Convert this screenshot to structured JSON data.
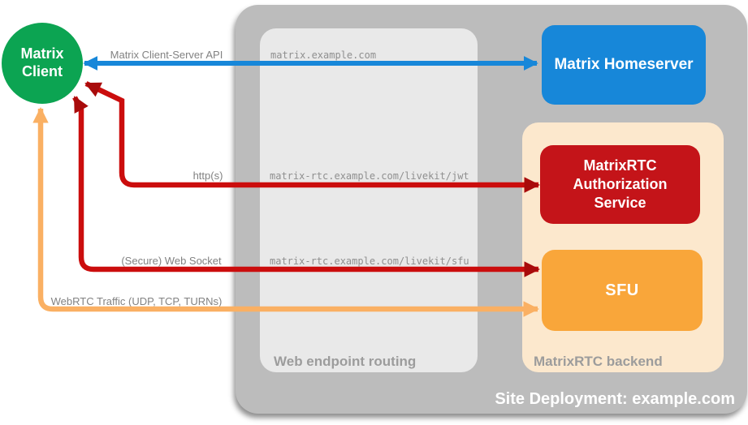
{
  "diagram": {
    "site": {
      "caption": "Site Deployment: example.com",
      "bg": "#bcbcbc"
    },
    "routing": {
      "caption": "Web endpoint routing",
      "bg": "#e9e9e9",
      "endpoints": [
        {
          "host": "matrix.example.com"
        },
        {
          "host": "matrix-rtc.example.com/livekit/jwt"
        },
        {
          "host": "matrix-rtc.example.com/livekit/sfu"
        }
      ]
    },
    "backend": {
      "caption": "MatrixRTC backend",
      "bg": "#fce8cd"
    },
    "nodes": {
      "client": {
        "label": "Matrix Client",
        "bg": "#0ca452"
      },
      "homeserver": {
        "label": "Matrix Homeserver",
        "bg": "#1787d9"
      },
      "auth_service": {
        "label": "MatrixRTC Authorization Service",
        "bg": "#c41419"
      },
      "sfu": {
        "label": "SFU",
        "bg": "#f9a63a"
      }
    },
    "arrows": {
      "cs_api": {
        "label": "Matrix Client-Server API",
        "color": "#1787d9",
        "head": "#1787d9"
      },
      "https": {
        "label": "http(s)",
        "color": "#cb0d0d",
        "head": "#a80b0b"
      },
      "websocket": {
        "label": "(Secure) Web Socket",
        "color": "#cb0d0d",
        "head": "#a80b0b"
      },
      "webrtc": {
        "label": "WebRTC Traffic (UDP, TCP, TURNs)",
        "color": "#fab063",
        "head": "#fab063"
      }
    }
  }
}
